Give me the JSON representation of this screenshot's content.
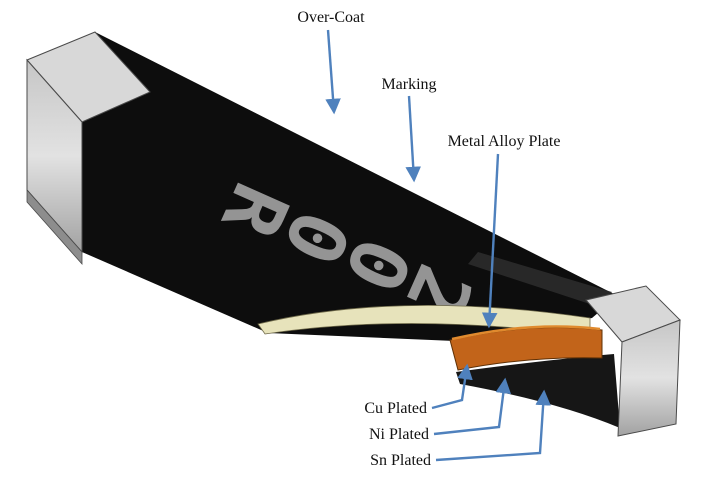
{
  "figure": {
    "marking_text": "R002",
    "labels": {
      "overcoat": "Over-Coat",
      "marking": "Marking",
      "metal_alloy_plate": "Metal Alloy Plate",
      "cu_plated": "Cu Plated",
      "ni_plated": "Ni Plated",
      "sn_plated": "Sn Plated"
    },
    "colors": {
      "arrow": "#4f81bd",
      "overcoat_black": "#0d0d0d",
      "marking_gray": "#9c9c9c",
      "alloy_orange": "#c2641a",
      "ceramic_cream": "#e7e3bb",
      "cap_silver": "#d8d8d8",
      "background": "#ffffff"
    }
  }
}
